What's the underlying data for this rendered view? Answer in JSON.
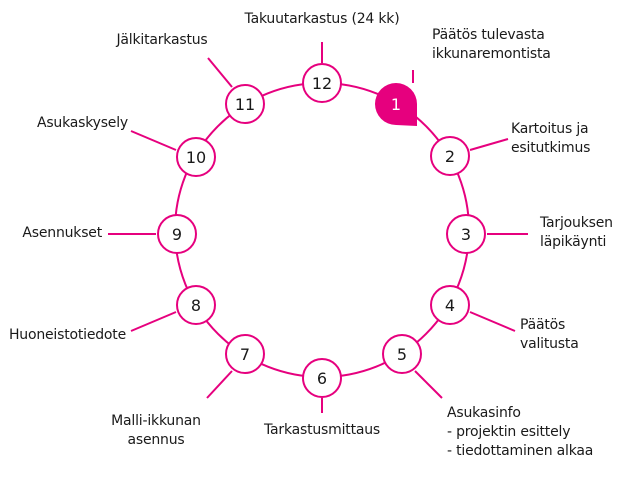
{
  "colors": {
    "accent": "#e6007e",
    "text": "#1a1a1a",
    "background": "#ffffff",
    "active_number": "#ffffff"
  },
  "steps": [
    {
      "number": "1",
      "lines": [
        "Päätös tulevasta",
        "ikkunaremontista"
      ],
      "active": true
    },
    {
      "number": "2",
      "lines": [
        "Kartoitus ja",
        "esitutkimus"
      ]
    },
    {
      "number": "3",
      "lines": [
        "Tarjouksen",
        "läpikäynti"
      ]
    },
    {
      "number": "4",
      "lines": [
        "Päätös",
        "valitusta"
      ]
    },
    {
      "number": "5",
      "lines": [
        "Asukasinfo",
        "- projektin esittely",
        "- tiedottaminen alkaa"
      ]
    },
    {
      "number": "6",
      "lines": [
        "Tarkastusmittaus"
      ]
    },
    {
      "number": "7",
      "lines": [
        "Malli-ikkunan",
        "asennus"
      ]
    },
    {
      "number": "8",
      "lines": [
        "Huoneistotiedote"
      ]
    },
    {
      "number": "9",
      "lines": [
        "Asennukset"
      ]
    },
    {
      "number": "10",
      "lines": [
        "Asukaskysely"
      ]
    },
    {
      "number": "11",
      "lines": [
        "Jälkitarkastus"
      ]
    },
    {
      "number": "12",
      "lines": [
        "Takuutarkastus (24 kk)"
      ]
    }
  ]
}
